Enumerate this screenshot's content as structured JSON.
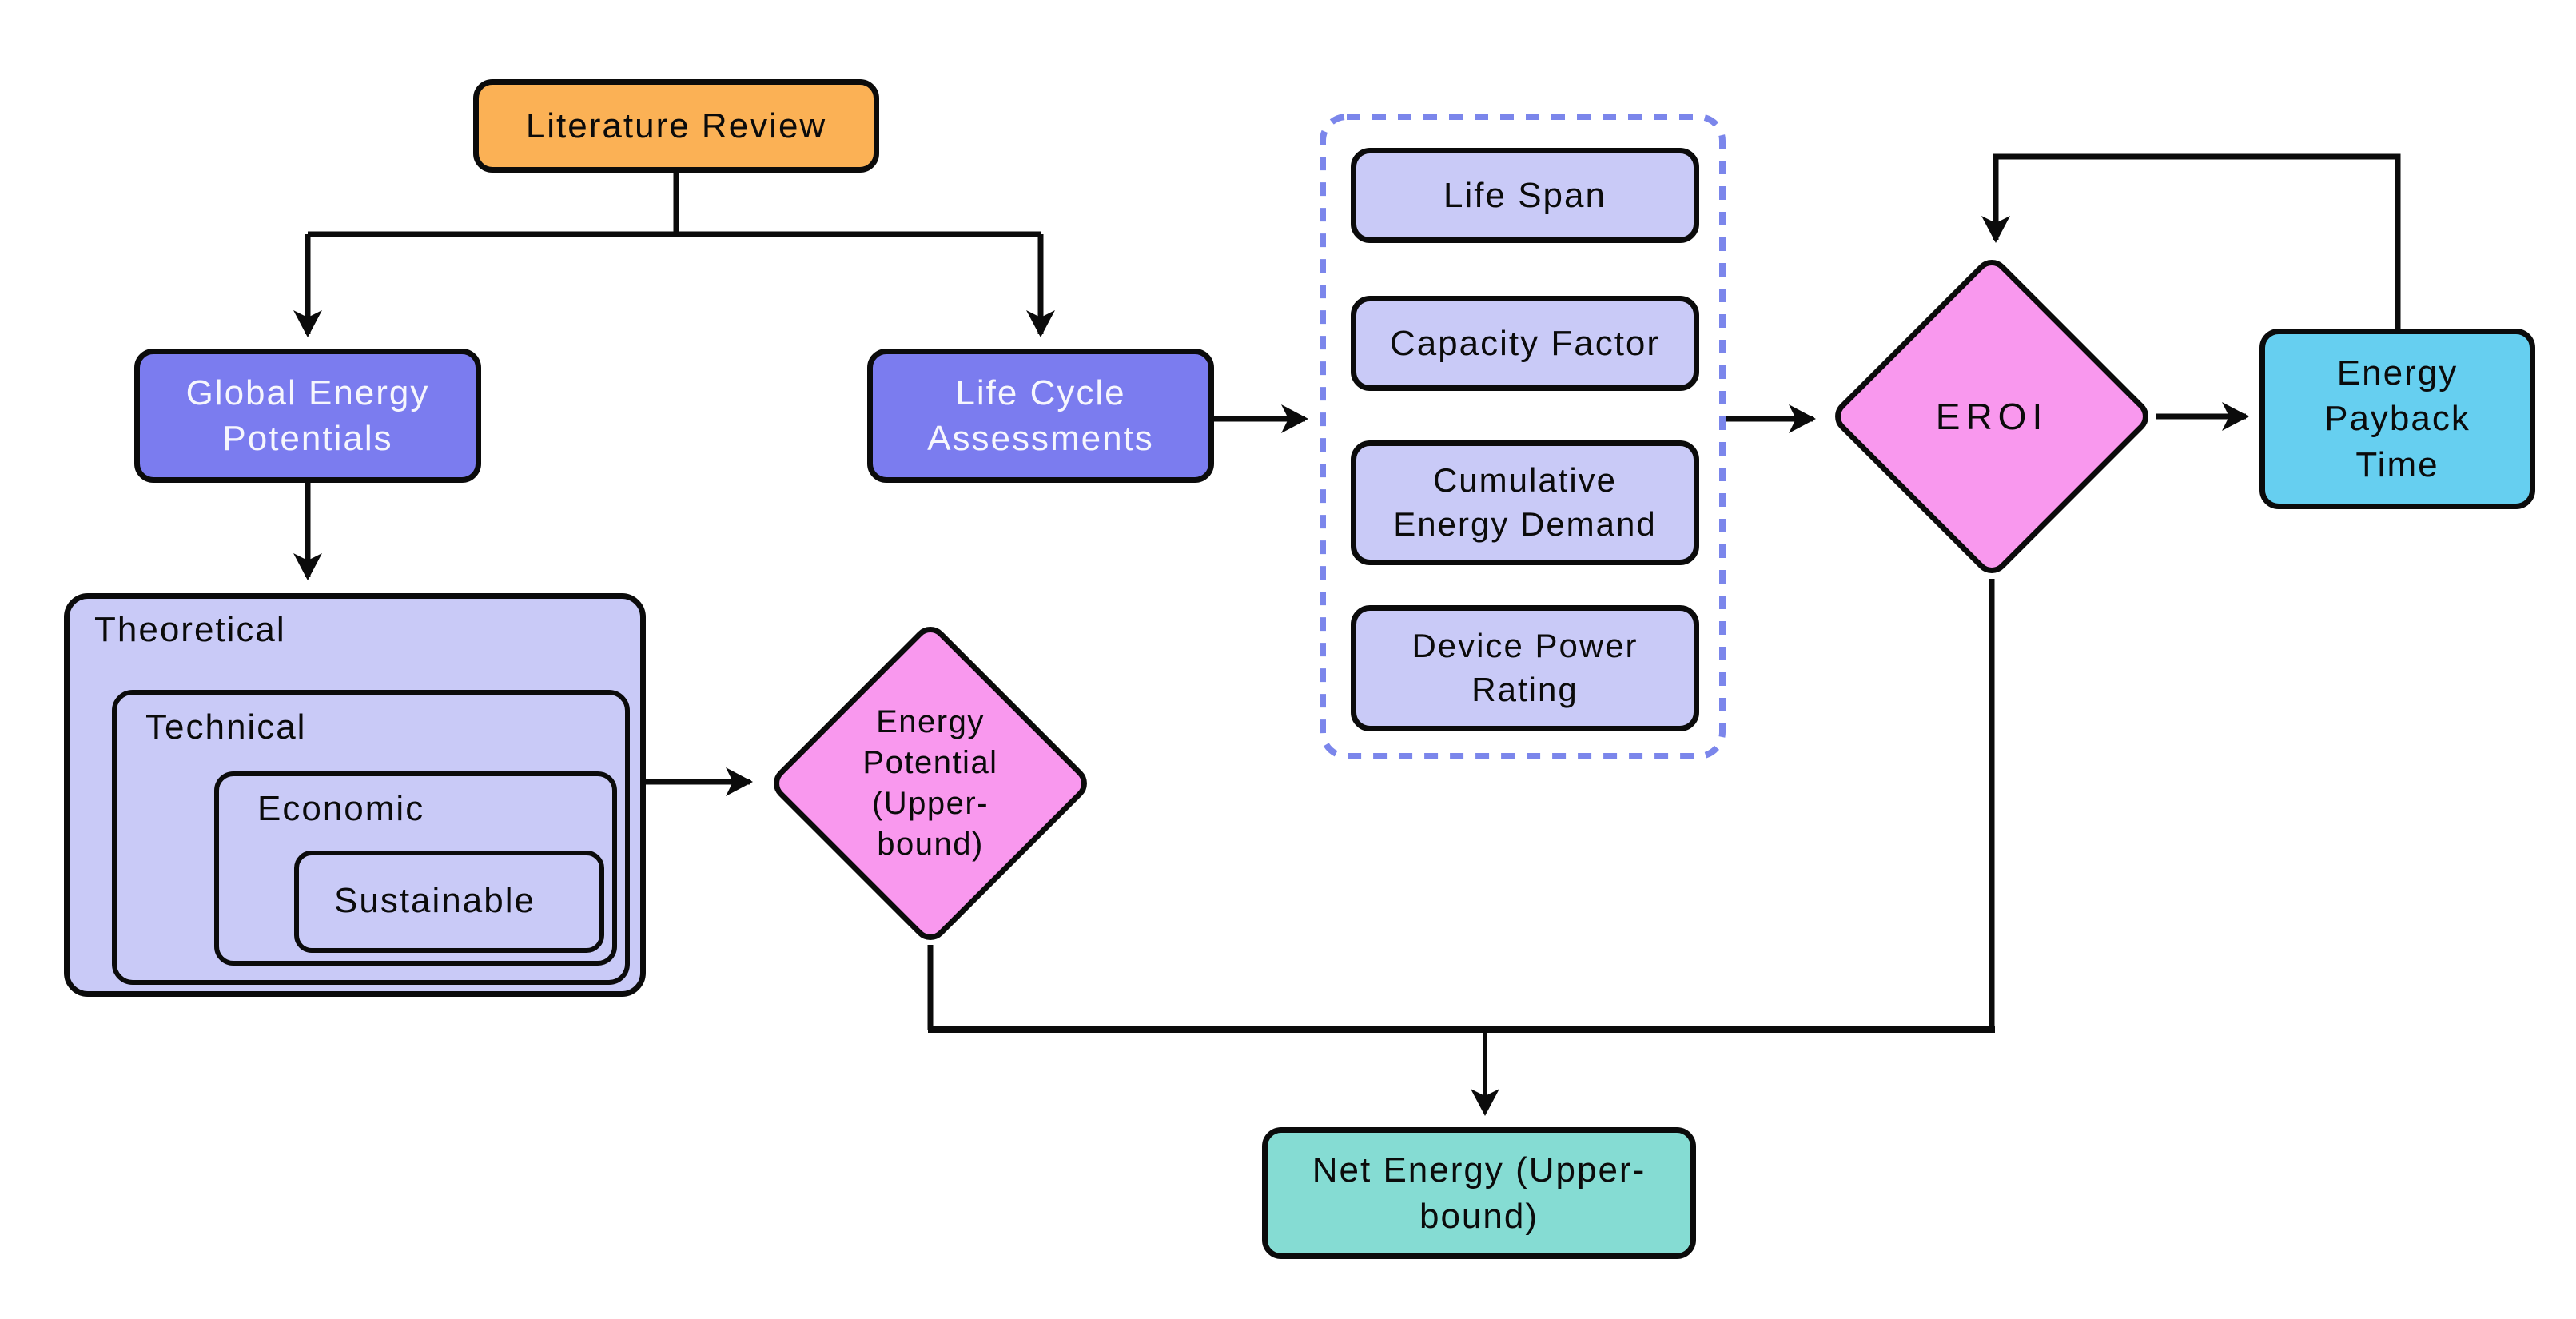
{
  "diagram_title": "Energy potential and EROI assessment flowchart",
  "colors": {
    "orange": "#FBB155",
    "purple": "#7B7CEF",
    "lavender": "#C9CAF7",
    "pink": "#F998EE",
    "cyan": "#66CFF0",
    "teal": "#85DCD3",
    "dashed_border": "#7B86EB",
    "line": "#0B0B0B",
    "background": "#FFFFFF"
  },
  "nodes": {
    "literature_review": {
      "label": "Literature Review",
      "shape": "rounded-box"
    },
    "global_energy_potentials": {
      "label": "Global Energy Potentials",
      "shape": "rounded-box"
    },
    "life_cycle_assessments": {
      "label": "Life Cycle Assessments",
      "shape": "rounded-box"
    },
    "theoretical": {
      "label": "Theoretical",
      "shape": "nested-box"
    },
    "technical": {
      "label": "Technical",
      "shape": "nested-box"
    },
    "economic": {
      "label": "Economic",
      "shape": "nested-box"
    },
    "sustainable": {
      "label": "Sustainable",
      "shape": "nested-box"
    },
    "energy_potential": {
      "label": "Energy Potential (Upper-bound)",
      "shape": "diamond"
    },
    "life_span": {
      "label": "Life Span",
      "shape": "rounded-box"
    },
    "capacity_factor": {
      "label": "Capacity Factor",
      "shape": "rounded-box"
    },
    "cumulative_energy_demand": {
      "label": "Cumulative Energy Demand",
      "shape": "rounded-box"
    },
    "device_power_rating": {
      "label": "Device Power Rating",
      "shape": "rounded-box"
    },
    "eroi": {
      "label": "EROI",
      "shape": "diamond"
    },
    "energy_payback_time": {
      "label": "Energy Payback Time",
      "shape": "rounded-box"
    },
    "net_energy": {
      "label": "Net Energy (Upper-bound)",
      "shape": "rounded-box"
    }
  },
  "edges": [
    {
      "from": "literature_review",
      "to": "global_energy_potentials",
      "arrow": true
    },
    {
      "from": "literature_review",
      "to": "life_cycle_assessments",
      "arrow": true
    },
    {
      "from": "global_energy_potentials",
      "to": "theoretical",
      "arrow": true
    },
    {
      "from": "theoretical",
      "to": "energy_potential",
      "arrow": true
    },
    {
      "from": "life_cycle_assessments",
      "to": "lca_parameter_group",
      "arrow": true
    },
    {
      "from": "lca_parameter_group",
      "to": "eroi",
      "arrow": true
    },
    {
      "from": "eroi",
      "to": "energy_payback_time",
      "arrow": true
    },
    {
      "from": "energy_payback_time",
      "to": "eroi",
      "arrow": true,
      "note": "feedback loop over the top"
    },
    {
      "from": "energy_potential",
      "to": "net_energy",
      "arrow": true
    },
    {
      "from": "eroi",
      "to": "net_energy",
      "arrow": true
    }
  ]
}
